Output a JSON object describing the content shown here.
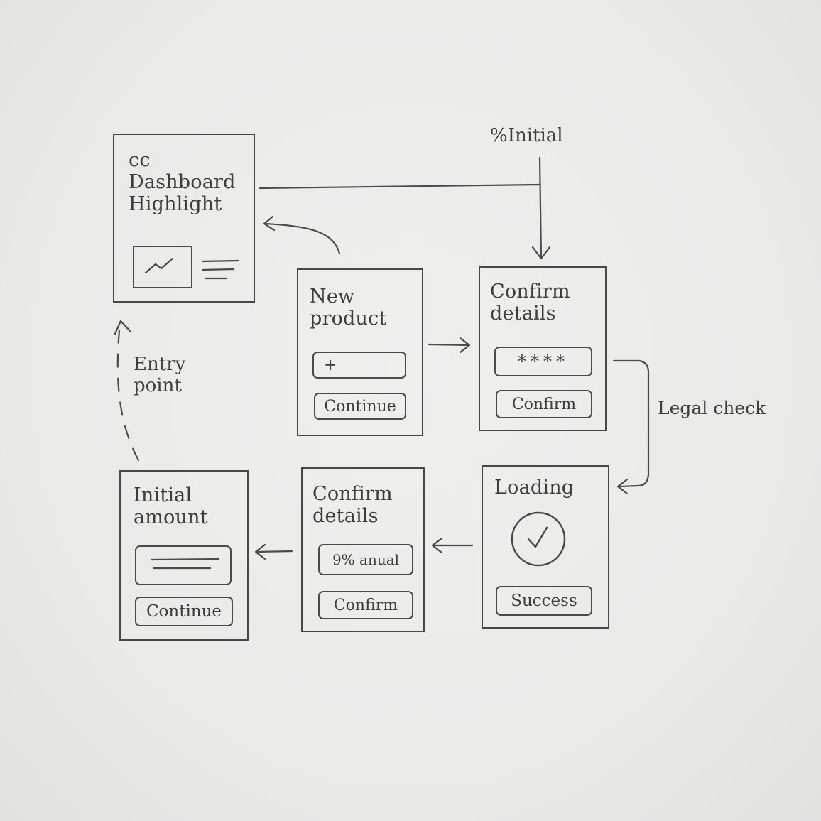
{
  "screens": {
    "dashboard": {
      "title": "cc\nDashboard\nHighlight"
    },
    "new_product": {
      "title": "New\nproduct",
      "field_value": "+",
      "button": "Continue"
    },
    "confirm_top": {
      "title": "Confirm\ndetails",
      "field_value": "****",
      "button": "Confirm"
    },
    "loading": {
      "title": "Loading",
      "button": "Success"
    },
    "confirm_bottom": {
      "title": "Confirm\ndetails",
      "field_value": "9% anual",
      "button": "Confirm"
    },
    "initial_amount": {
      "title": "Initial\namount",
      "button": "Continue"
    }
  },
  "labels": {
    "percent_initial": "%Initial",
    "legal_check": "Legal check",
    "entry_point": "Entry\npoint"
  },
  "colors": {
    "paper": "#ebebea",
    "pencil": "#474747"
  }
}
